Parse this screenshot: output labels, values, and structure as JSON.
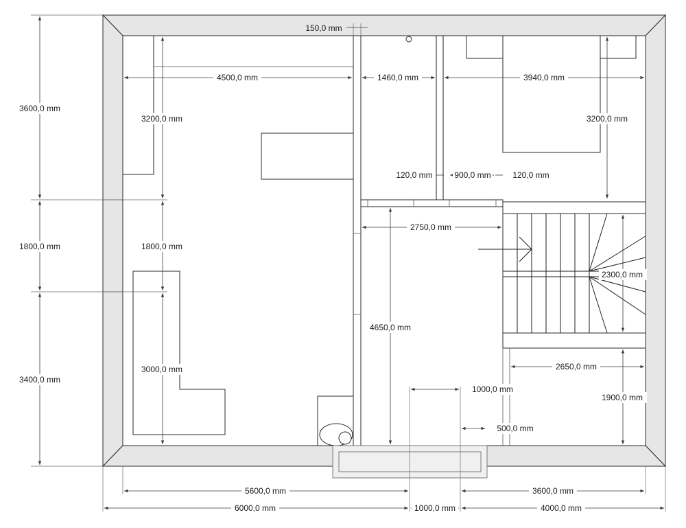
{
  "dimensions": {
    "left_3600": "3600,0 mm",
    "left_1800": "1800,0 mm",
    "left_3400": "3400,0 mm",
    "inner_3200_left": "3200,0 mm",
    "inner_1800_left": "1800,0 mm",
    "inner_3000_left": "3000,0 mm",
    "top_150": "150,0 mm",
    "room_4500": "4500,0 mm",
    "room_1460": "1460,0 mm",
    "room_3940": "3940,0 mm",
    "right_3200": "3200,0 mm",
    "wall_120_a": "120,0 mm",
    "door_900": "900,0 mm",
    "wall_120_b": "120,0 mm",
    "hall_2750": "2750,0 mm",
    "hall_4650": "4650,0 mm",
    "stair_2300": "2300,0 mm",
    "stair_2650": "2650,0 mm",
    "right_1900": "1900,0 mm",
    "entry_1000": "1000,0 mm",
    "entry_500": "500,0 mm",
    "bottom_5600": "5600,0 mm",
    "bottom_3600": "3600,0 mm",
    "bottom_6000": "6000,0 mm",
    "bottom_1000": "1000,0 mm",
    "bottom_4000": "4000,0 mm"
  },
  "colors": {
    "wall_fill": "#e6e6e6",
    "line": "#1e1e1e",
    "background": "#ffffff"
  }
}
